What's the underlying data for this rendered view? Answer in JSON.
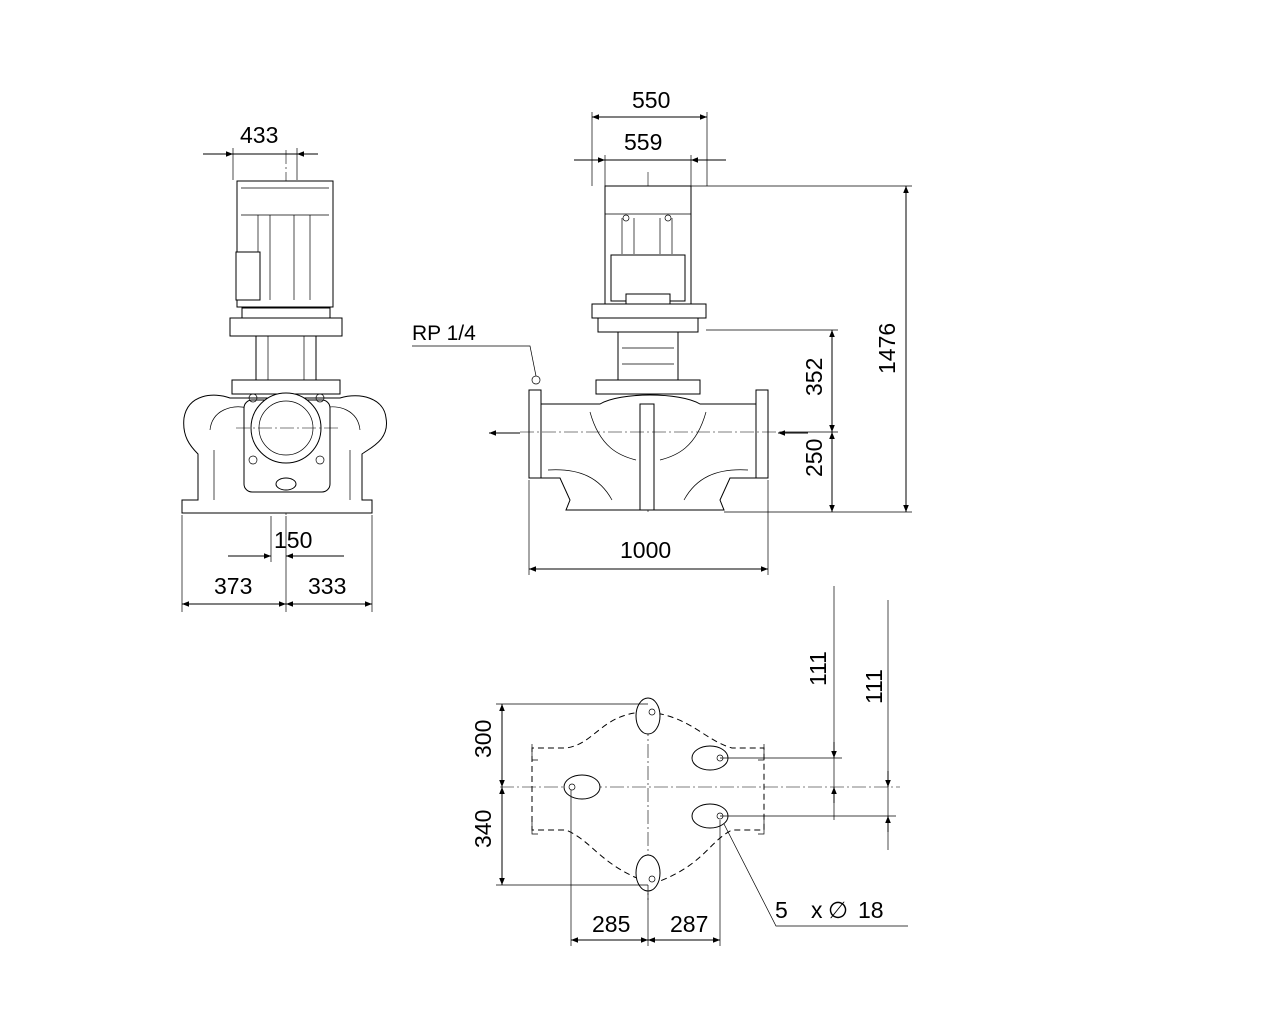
{
  "views": {
    "side": "side-view",
    "front": "front-view",
    "base": "base-plan-view"
  },
  "dimensions": {
    "side_width_top": "433",
    "side_flange_offset": "150",
    "side_left": "373",
    "side_right": "333",
    "front_motor_width": "550",
    "front_flange_width": "559",
    "front_height_total": "1476",
    "front_height_upper": "352",
    "front_height_lower": "250",
    "front_port_to_port": "1000",
    "base_top": "300",
    "base_bottom": "340",
    "base_left": "285",
    "base_right": "287",
    "base_offset_a": "111",
    "base_offset_b": "111"
  },
  "labels": {
    "vent_plug": "RP 1/4",
    "holes_count": "5",
    "holes_x": "x",
    "holes_symbol": "∅",
    "holes_diameter": "18"
  },
  "colors": {
    "line": "#000000",
    "background": "#ffffff"
  }
}
